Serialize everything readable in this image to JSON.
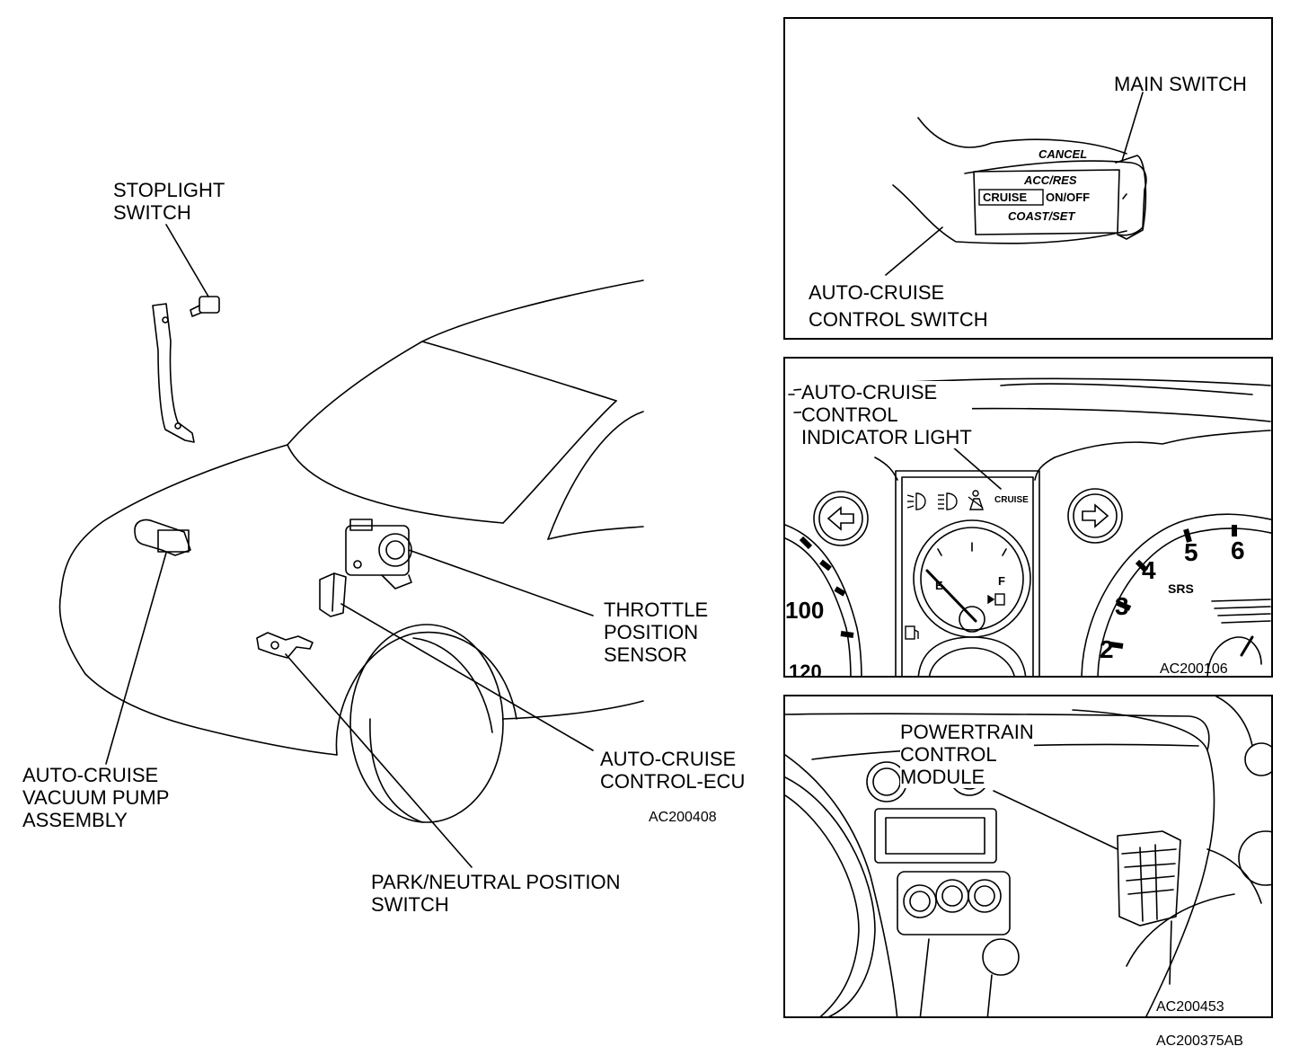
{
  "main_view": {
    "labels": {
      "stoplight_switch": "STOPLIGHT\nSWITCH",
      "throttle_position_sensor": "THROTTLE\nPOSITION\nSENSOR",
      "auto_cruise_control_ecu": "AUTO-CRUISE\nCONTROL-ECU",
      "vacuum_pump_assembly": "AUTO-CRUISE\nVACUUM PUMP\nASSEMBLY",
      "park_neutral_position_switch": "PARK/NEUTRAL POSITION\nSWITCH"
    },
    "figure_code": "AC200408"
  },
  "panel_switch": {
    "labels": {
      "main_switch": "MAIN SWITCH",
      "auto_cruise_control_switch": "AUTO-CRUISE\nCONTROL SWITCH"
    },
    "switch_text": {
      "cancel": "CANCEL",
      "acc_res": "ACC/RES",
      "cruise": "CRUISE",
      "on_off": "ON/OFF",
      "coast_set": "COAST/SET"
    }
  },
  "panel_cluster": {
    "labels": {
      "indicator_light": "AUTO-CRUISE\nCONTROL\nINDICATOR LIGHT"
    },
    "gauge_text": {
      "cruise": "CRUISE",
      "empty": "E",
      "full": "F",
      "speed_100": "100",
      "speed_120": "120",
      "rpm_2": "2",
      "rpm_3": "3",
      "rpm_4": "4",
      "rpm_5": "5",
      "rpm_6": "6",
      "srs": "SRS"
    },
    "figure_code": "AC200106"
  },
  "panel_dash": {
    "labels": {
      "powertrain_control_module": "POWERTRAIN\nCONTROL\nMODULE"
    },
    "figure_code": "AC200453"
  },
  "sheet_code": "AC200375AB",
  "icons": [
    "turn-left-arrow-icon",
    "turn-right-arrow-icon",
    "fog-light-icon",
    "headlight-icon",
    "seatbelt-icon",
    "fuel-pump-icon"
  ]
}
